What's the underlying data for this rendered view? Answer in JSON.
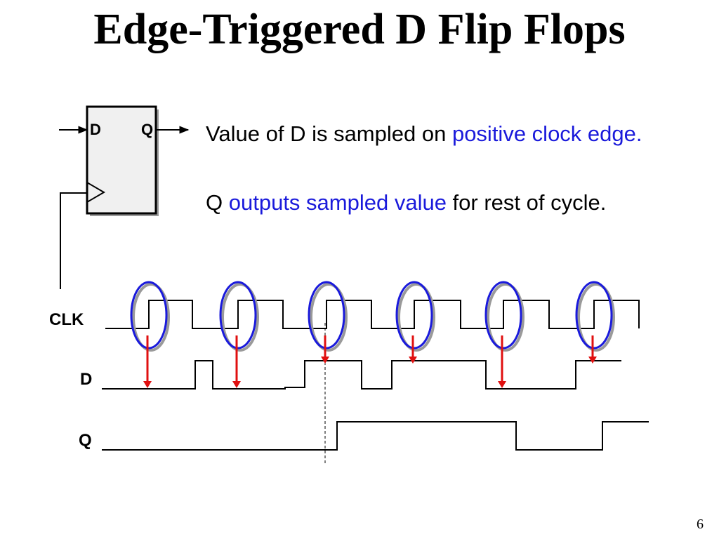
{
  "slide": {
    "title": "Edge-Triggered D Flip Flops",
    "page_number": "6"
  },
  "description": {
    "line1": {
      "prefix": "Value of D is sampled on ",
      "highlight": "positive clock edge."
    },
    "line2": {
      "prefix": "Q ",
      "highlight": "outputs sampled value",
      "suffix": " for rest of cycle."
    }
  },
  "flip_flop": {
    "input_label": "D",
    "output_label": "Q"
  },
  "timing": {
    "signals": {
      "clk": "CLK",
      "d": "D",
      "q": "Q"
    },
    "rising_edges": 6,
    "colors": {
      "waveform": "#000000",
      "edge_circle": "#1a1adb",
      "circle_shadow": "#9a9a9a",
      "sample_arrow": "#e01010",
      "highlight_text": "#1a1adb"
    }
  }
}
